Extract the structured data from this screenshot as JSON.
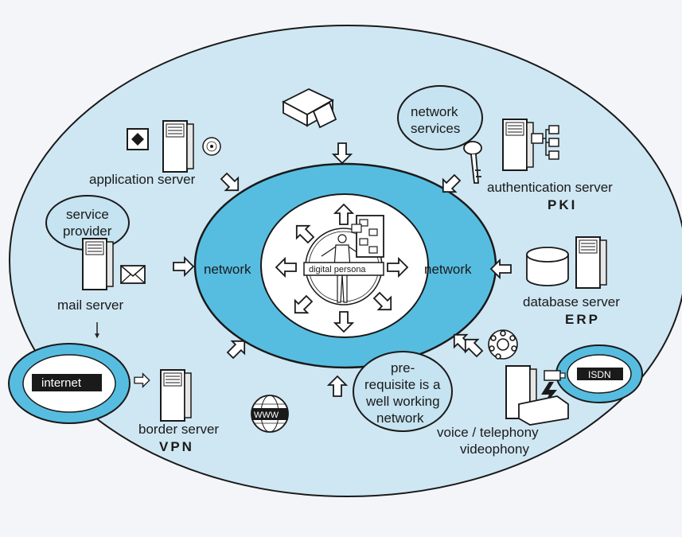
{
  "colors": {
    "outer_fill": "#cfe7f3",
    "ring_fill": "#57bde0",
    "background": "#f3f5f8",
    "bubble_fill": "#c5e3f0"
  },
  "center": {
    "label": "digital persona",
    "network_left": "network",
    "network_right": "network"
  },
  "servers": {
    "application": "application server",
    "mail": "mail server",
    "authentication": "authentication server",
    "authentication_sub": "PKI",
    "database": "database server",
    "database_sub": "ERP",
    "border": "border server",
    "border_sub": "VPN",
    "voice_line1": "voice / telephony",
    "voice_line2": "videophony"
  },
  "bubbles": {
    "service_provider": [
      "service",
      "provider"
    ],
    "network_services": [
      "network",
      "services"
    ],
    "prerequisite": [
      "pre-",
      "requisite is a",
      "well working",
      "network"
    ]
  },
  "badges": {
    "internet": "internet",
    "isdn": "ISDN",
    "www": "WWW"
  },
  "icons": [
    "printer-icon",
    "envelope-icon",
    "cd-icon",
    "diamond-card-icon",
    "key-icon",
    "database-cylinder-icon",
    "rotary-phone-icon",
    "globe-icon",
    "lightning-icon",
    "camera-icon",
    "human-figure-icon"
  ]
}
